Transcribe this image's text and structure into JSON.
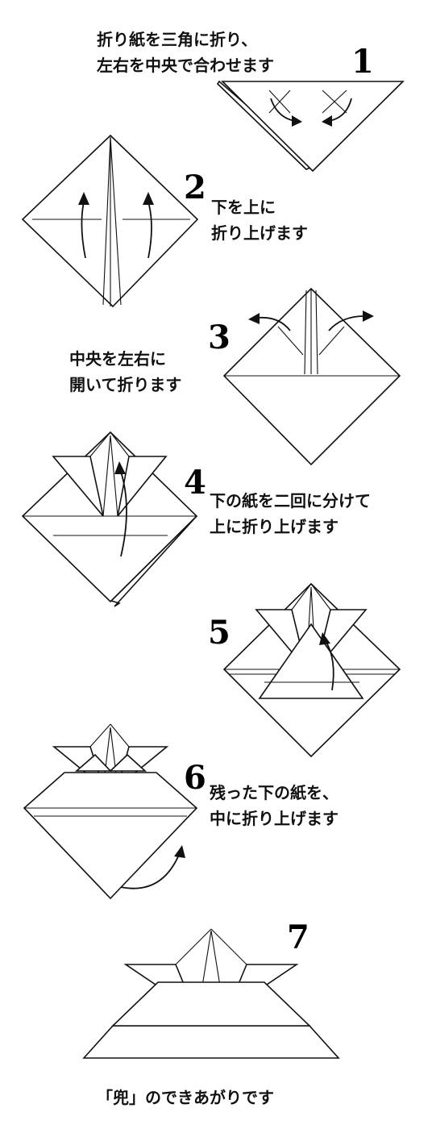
{
  "steps": [
    {
      "number": "1",
      "lines": [
        "折り紙を三角に折り、",
        "左右を中央で合わせます"
      ]
    },
    {
      "number": "2",
      "lines": [
        "下を上に",
        "折り上げます"
      ]
    },
    {
      "number": "3",
      "lines": [
        "中央を左右に",
        "開いて折ります"
      ]
    },
    {
      "number": "4",
      "lines": [
        "下の紙を二回に分けて",
        "上に折り上げます"
      ]
    },
    {
      "number": "5",
      "lines": []
    },
    {
      "number": "6",
      "lines": [
        "残った下の紙を、",
        "中に折り上げます"
      ]
    },
    {
      "number": "7",
      "lines": []
    }
  ],
  "caption": "「兜」のできあがりです"
}
